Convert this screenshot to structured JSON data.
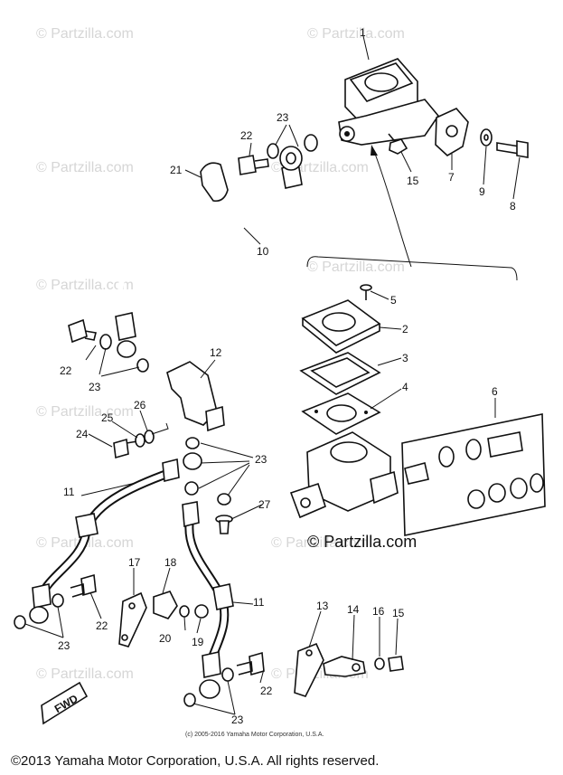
{
  "watermarks": [
    "© Partzilla.com",
    "© Partzilla.com",
    "© Partzilla.com",
    "© Partzilla.com",
    "© Partzilla.com",
    "© Partzilla.com",
    "© Partzilla.com",
    "© Partzilla.com",
    "© Partzilla.com",
    "© Partzilla.com",
    "© Partzilla.com"
  ],
  "site_credit": "© Partzilla.com",
  "copyright_small": "(c) 2005-2016 Yamaha Motor Corporation, U.S.A.",
  "copyright_main": "©2013 Yamaha Motor Corporation, U.S.A. All rights reserved.",
  "front_marker": "FWD",
  "callouts": {
    "p1": "1",
    "p2": "2",
    "p3": "3",
    "p4": "4",
    "p5": "5",
    "p6": "6",
    "p7": "7",
    "p8": "8",
    "p9": "9",
    "p10": "10",
    "p11a": "11",
    "p11b": "11",
    "p12": "12",
    "p13": "13",
    "p14": "14",
    "p15a": "15",
    "p15b": "15",
    "p16": "16",
    "p17": "17",
    "p18": "18",
    "p19": "19",
    "p20": "20",
    "p21": "21",
    "p22a": "22",
    "p22b": "22",
    "p22c": "22",
    "p22d": "22",
    "p23a": "23",
    "p23b": "23",
    "p23c": "23",
    "p23d": "23",
    "p23e": "23",
    "p24": "24",
    "p25": "25",
    "p26": "26",
    "p27": "27"
  }
}
